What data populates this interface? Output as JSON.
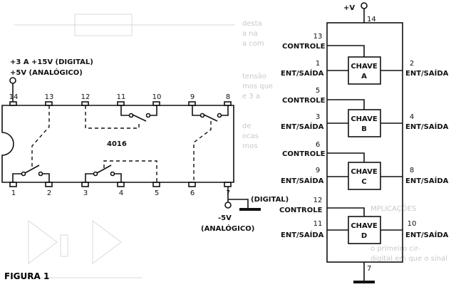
{
  "figure_label": "FIGURA 1",
  "chip": {
    "name": "4016",
    "supply_line1": "+3 A +15V (DIGITAL)",
    "supply_line2": "+5V (ANALÓGICO)",
    "top_pins": [
      "14",
      "13",
      "12",
      "11",
      "10",
      "9",
      "8"
    ],
    "bottom_pins": [
      "1",
      "2",
      "3",
      "4",
      "5",
      "6",
      "7"
    ],
    "digital_label": "(DIGITAL)",
    "neg_supply": "-5V",
    "analog_label": "(ANALÓGICO)"
  },
  "block": {
    "vplus": "+V",
    "vplus_pin": "14",
    "ground_pin": "7",
    "control_label": "CONTROLE",
    "io_label": "ENT/SAÍDA",
    "switch_word": "CHAVE",
    "switches": [
      {
        "letter": "A",
        "ctrl_pin": "13",
        "in_pin": "1",
        "out_pin": "2"
      },
      {
        "letter": "B",
        "ctrl_pin": "5",
        "in_pin": "3",
        "out_pin": "4"
      },
      {
        "letter": "C",
        "ctrl_pin": "6",
        "in_pin": "9",
        "out_pin": "8"
      },
      {
        "letter": "D",
        "ctrl_pin": "12",
        "in_pin": "11",
        "out_pin": "10"
      }
    ]
  },
  "background_text": {
    "lines": [
      "desta",
      "a na",
      "a com",
      "tensão",
      "mos que",
      "e 3 a",
      "de",
      "ocas",
      "rnos",
      "MPLICAÇÕES",
      "o primeiro cir-",
      "digital em que o sinal"
    ]
  }
}
